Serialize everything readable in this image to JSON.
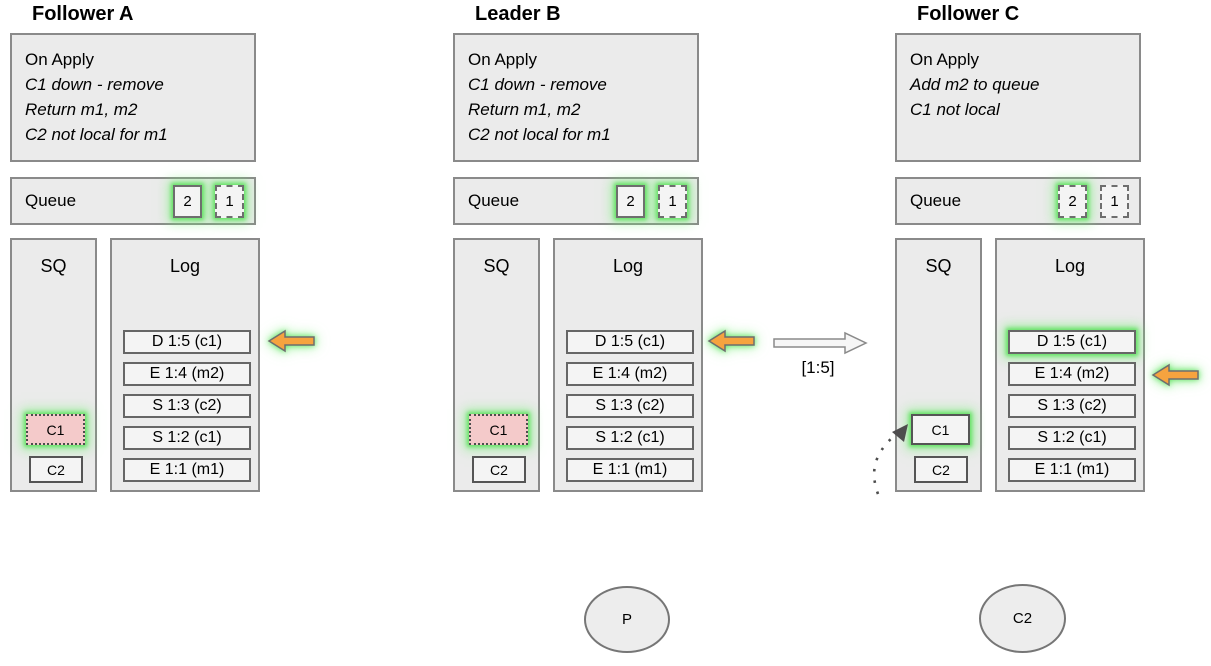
{
  "columns": [
    {
      "title": "Follower A",
      "on_apply": {
        "header": "On Apply",
        "lines": [
          "C1 down - remove",
          "Return m1, m2",
          "C2 not local for m1"
        ]
      },
      "queue": {
        "label": "Queue",
        "items": [
          {
            "value": "2"
          },
          {
            "value": "1"
          }
        ]
      },
      "sq": {
        "label": "SQ",
        "items": [
          {
            "value": "C1"
          },
          {
            "value": "C2"
          }
        ]
      },
      "log": {
        "label": "Log",
        "entries": [
          "D 1:5 (c1)",
          "E 1:4 (m2)",
          "S 1:3 (c2)",
          "S 1:2 (c1)",
          "E 1:1 (m1)"
        ]
      }
    },
    {
      "title": "Leader B",
      "on_apply": {
        "header": "On Apply",
        "lines": [
          "C1 down - remove",
          "Return m1, m2",
          "C2 not local for m1"
        ]
      },
      "queue": {
        "label": "Queue",
        "items": [
          {
            "value": "2"
          },
          {
            "value": "1"
          }
        ]
      },
      "sq": {
        "label": "SQ",
        "items": [
          {
            "value": "C1"
          },
          {
            "value": "C2"
          }
        ]
      },
      "log": {
        "label": "Log",
        "entries": [
          "D 1:5 (c1)",
          "E 1:4 (m2)",
          "S 1:3 (c2)",
          "S 1:2 (c1)",
          "E 1:1 (m1)"
        ]
      }
    },
    {
      "title": "Follower C",
      "on_apply": {
        "header": "On Apply",
        "lines": [
          "Add m2 to queue",
          "C1 not local"
        ]
      },
      "queue": {
        "label": "Queue",
        "items": [
          {
            "value": "2"
          },
          {
            "value": "1"
          }
        ]
      },
      "sq": {
        "label": "SQ",
        "items": [
          {
            "value": "C1"
          },
          {
            "value": "C2"
          }
        ]
      },
      "log": {
        "label": "Log",
        "entries": [
          "D 1:5 (c1)",
          "E 1:4 (m2)",
          "S 1:3 (c2)",
          "S 1:2 (c1)",
          "E 1:1 (m1)"
        ]
      }
    }
  ],
  "replication_arrow": {
    "label": "[1:5]"
  },
  "ellipses": [
    {
      "label": "P"
    },
    {
      "label": "C2"
    }
  ],
  "colors": {
    "glow_green": "#6ee26e",
    "arrow_orange": "#f6a33f",
    "highlight_pink": "#f4caca",
    "panel_gray": "#ebebeb"
  }
}
